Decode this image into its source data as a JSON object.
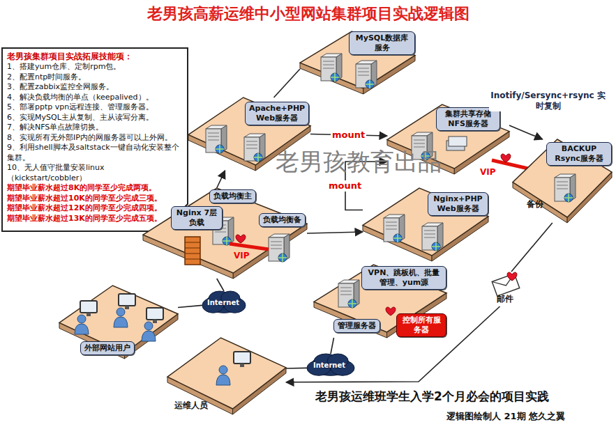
{
  "diagram": {
    "title": "老男孩高薪运维中小型网站集群项目实战逻辑图",
    "caption": "老男孩运维班学生入学2个月必会的项目实践",
    "nodes": [
      {
        "text": [
          "老男孩集群项目实战拓展技能项：",
          "1、搭建yum仓库、定制rpm包。",
          "2、配置ntp时间服务。",
          "3、配置zabbix监控全网服务。",
          "4、解决负载均衡的单点（keepalived）。",
          "5、部署pptp vpn远程连接、管理服务器。",
          "6、实现MySQL主从复制、主从读写分离。",
          "7、解决NFS单点故障切换。",
          "8、实现所有无外部IP内的网服务器可以上外网。",
          "9、利用shell脚本及saltstack一键自动化安装整个集群。",
          "10、无人值守批量安装linux（kickstart/cobbler）",
          "期望毕业薪水超过8K的同学至少完成两项。",
          "期望毕业薪水超过10K的同学至少完成三项。",
          "期望毕业薪水超过12K的同学至少完成四项。",
          "期望毕业薪水超过13K的同学至少完成五项。"
        ]
      },
      {
        "text": [
          "MySQL数据库服务"
        ]
      },
      {
        "text": [
          "Apache+PHP Web服务器"
        ]
      },
      {
        "text": [
          "集群共享存储 NFS服务器"
        ]
      },
      {
        "text": [
          "BACKUP Rsync服务器",
          "备份"
        ]
      },
      {
        "text": [
          "Nginx 7层负载",
          "负载均衡主",
          "负载均衡备",
          "VIP"
        ]
      },
      {
        "text": [
          "Nginx+PHP Web服务器"
        ]
      },
      {
        "text": [
          "VPN、跳板机、批量管理、yum源",
          "管理服务器",
          "控制所有服务器"
        ]
      },
      {
        "text": [
          "Internet"
        ]
      },
      {
        "text": [
          "外部网站用户"
        ]
      },
      {
        "text": [
          "Internet"
        ]
      },
      {
        "text": [
          "运维人员"
        ]
      },
      {
        "text": [
          "邮件"
        ]
      }
    ],
    "edges": [
      {
        "from": 9,
        "to": 8,
        "arrow": "none"
      },
      {
        "from": 8,
        "to": 5,
        "arrow": "none"
      },
      {
        "from": 5,
        "to": 2,
        "arrow": "to"
      },
      {
        "from": 5,
        "to": 6,
        "arrow": "to"
      },
      {
        "from": 2,
        "to": 1,
        "arrow": "none"
      },
      {
        "from": 2,
        "to": 3,
        "label": "mount",
        "arrow": "to"
      },
      {
        "from": 6,
        "to": 3,
        "label": "mount",
        "arrow": "to"
      },
      {
        "from": 3,
        "to": 4,
        "label": "Inotify/Sersync+rsync 实时复制",
        "arrow": "to"
      },
      {
        "from": 11,
        "to": 10,
        "arrow": "none"
      },
      {
        "from": 10,
        "to": 7,
        "arrow": "none"
      },
      {
        "from": 4,
        "to": 12,
        "arrow": "none"
      },
      {
        "from": 12,
        "to": 11,
        "arrow": "to"
      }
    ],
    "labels": [
      "老男孩教育出品",
      "逻辑图绘制人 21期 悠久之翼",
      "VIP"
    ]
  }
}
